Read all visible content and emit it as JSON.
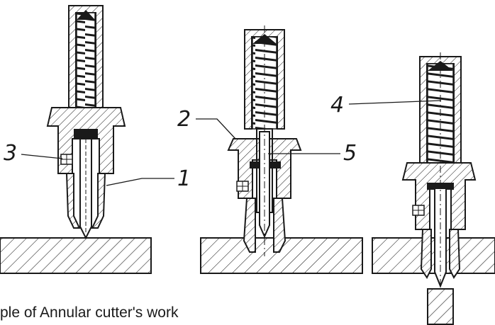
{
  "labels": {
    "l1": "1",
    "l2": "2",
    "l3": "3",
    "l4": "4",
    "l5": "5"
  },
  "caption": "ple of Annular cutter's work",
  "colors": {
    "stroke": "#1a1a1a",
    "background": "#ffffff"
  }
}
